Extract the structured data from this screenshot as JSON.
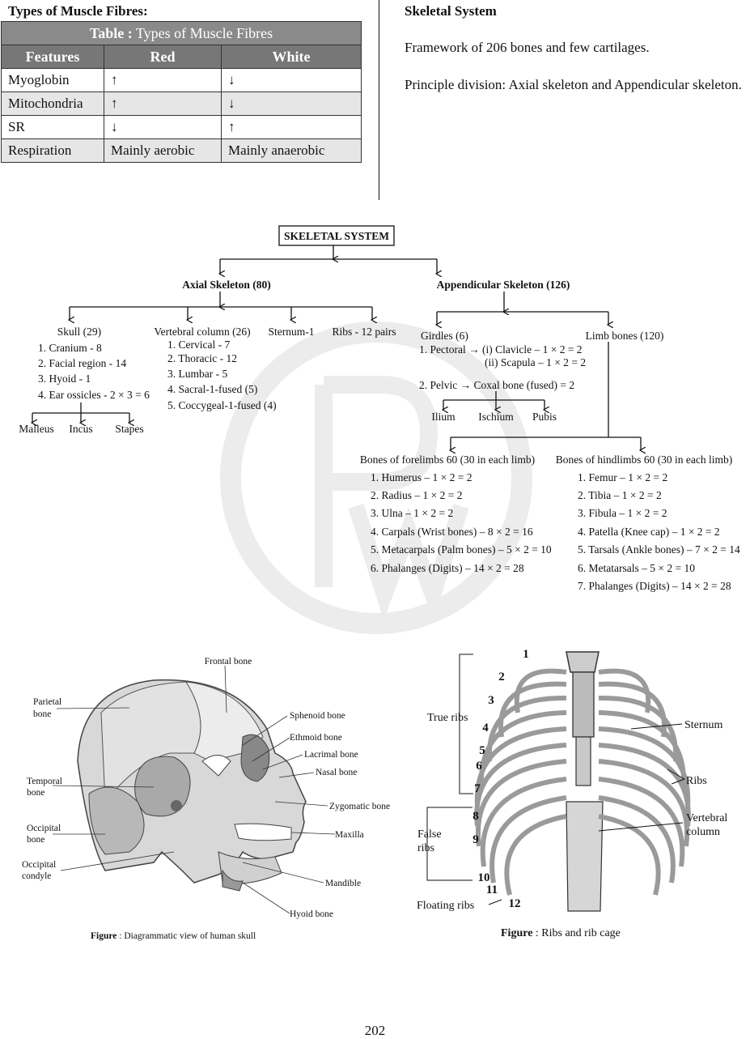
{
  "left": {
    "heading": "Types of Muscle Fibres:",
    "table": {
      "caption_bold": "Table :",
      "caption_rest": " Types of Muscle Fibres",
      "headers": [
        "Features",
        "Red",
        "White"
      ],
      "rows": [
        [
          "Myoglobin",
          "↑",
          "↓"
        ],
        [
          "Mitochondria",
          "↑",
          "↓"
        ],
        [
          "SR",
          "↓",
          "↑"
        ],
        [
          "Respiration",
          "Mainly aerobic",
          "Mainly anaerobic"
        ]
      ]
    }
  },
  "right": {
    "heading": "Skeletal System",
    "para1": "Framework of 206 bones and few cartilages.",
    "para2": "Principle division:  Axial skeleton and Appendicular skeleton."
  },
  "tree": {
    "root": "SKELETAL SYSTEM",
    "axial": "Axial Skeleton (80)",
    "appendicular": "Appendicular Skeleton (126)",
    "skull": "Skull (29)",
    "skull_items": [
      "1. Cranium - 8",
      "2. Facial region - 14",
      "3. Hyoid - 1",
      "4. Ear ossicles - 2 × 3 = 6"
    ],
    "ossicles": [
      "Malleus",
      "Incus",
      "Stapes"
    ],
    "vertebral": "Vertebral column (26)",
    "vertebral_items": [
      "1. Cervical - 7",
      "2. Thoracic - 12",
      "3. Lumbar - 5",
      "4. Sacral-1-fused (5)",
      "5. Coccygeal-1-fused (4)"
    ],
    "sternum": "Sternum-1",
    "ribs": "Ribs - 12 pairs",
    "girdles": "Girdles (6)",
    "pectoral": "1. Pectoral → (i) Clavicle – 1 × 2 = 2",
    "scapula": "(ii) Scapula – 1 × 2 = 2",
    "pelvic": "2. Pelvic → Coxal bone (fused) = 2",
    "pelvic_parts": [
      "Ilium",
      "Ischium",
      "Pubis"
    ],
    "limb": "Limb bones (120)",
    "forelimbs": "Bones of forelimbs 60 (30 in each limb)",
    "forelimb_items": [
      "1. Humerus – 1 × 2 = 2",
      "2. Radius – 1 × 2 = 2",
      "3. Ulna – 1 × 2 = 2",
      "4. Carpals (Wrist bones) – 8 × 2 = 16",
      "5. Metacarpals (Palm bones) – 5 × 2 = 10",
      "6. Phalanges (Digits) – 14 × 2 = 28"
    ],
    "hindlimbs": "Bones of  hindlimbs 60 (30 in each limb)",
    "hindlimb_items": [
      "1. Femur – 1 × 2 = 2",
      "2. Tibia – 1 × 2 = 2",
      "3. Fibula – 1 × 2 = 2",
      "4. Patella (Knee cap) – 1 × 2 = 2",
      "5. Tarsals (Ankle bones) – 7 × 2 = 14",
      "6. Metatarsals  – 5 × 2 = 10",
      "7. Phalanges (Digits) – 14 × 2 = 28"
    ]
  },
  "skull_fig": {
    "labels": {
      "frontal": "Frontal bone",
      "parietal_1": "Parietal",
      "parietal_2": "bone",
      "sphenoid": "Sphenoid bone",
      "ethmoid": "Ethmoid bone",
      "lacrimal": "Lacrimal bone",
      "nasal": "Nasal bone",
      "temporal_1": "Temporal",
      "temporal_2": "bone",
      "zygomatic": "Zygomatic bone",
      "occipital_1": "Occipital",
      "occipital_2": "bone",
      "maxilla": "Maxilla",
      "condyle_1": "Occipital",
      "condyle_2": "condyle",
      "mandible": "Mandible",
      "hyoid": "Hyoid bone"
    },
    "caption_bold": "Figure",
    "caption_rest": " : Diagrammatic view of human skull"
  },
  "rib_fig": {
    "true_ribs": "True ribs",
    "false_1": "False",
    "false_2": "ribs",
    "floating": "Floating ribs",
    "sternum": "Sternum",
    "ribs": "Ribs",
    "vertebral_1": "Vertebral",
    "vertebral_2": "column",
    "numbers": [
      "1",
      "2",
      "3",
      "4",
      "5",
      "6",
      "7",
      "8",
      "9",
      "10",
      "11",
      "12"
    ],
    "caption_bold": "Figure",
    "caption_rest": " : Ribs and rib cage"
  },
  "page_number": "202",
  "colors": {
    "table_header": "#777777",
    "table_caption": "#8a8a8a",
    "alt_row": "#e6e6e6",
    "watermark": "#ebebeb"
  }
}
